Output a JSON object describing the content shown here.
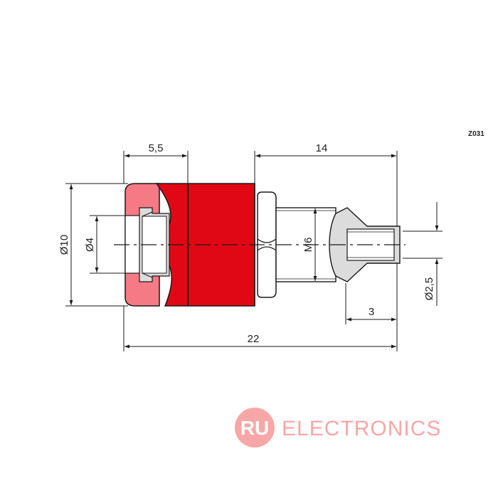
{
  "drawing": {
    "part_code": "Z031",
    "dimensions": {
      "cap_length": "5,5",
      "thread_length": "14",
      "outer_diameter": "Ø10",
      "bore_diameter": "Ø4",
      "thread": "M6",
      "screw_length": "3",
      "pin_diameter": "Ø2,5",
      "total_length": "22"
    }
  },
  "logo": {
    "mark": "RU",
    "name": "ELECTRONICS"
  },
  "colors": {
    "cap_red": "#e00814",
    "cap_pink": "#f67a85",
    "metal_grey": "#dcdcdc",
    "logo_pink": "#f7a7a7",
    "line": "#1a1a1a"
  }
}
